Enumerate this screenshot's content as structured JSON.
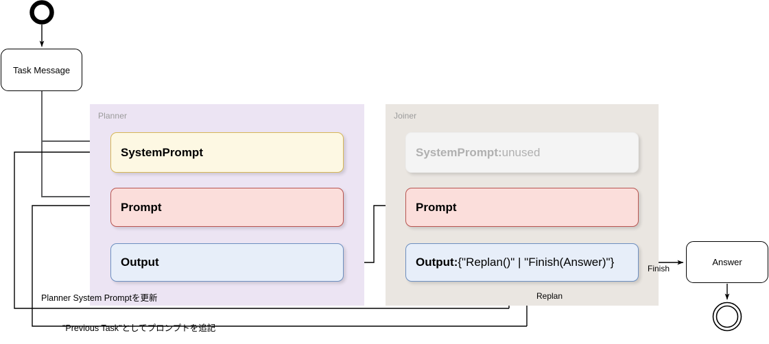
{
  "diagram": {
    "title": "Planner / Joiner agent loop",
    "start_node": {
      "name": "start",
      "shape": "filled-ring"
    },
    "end_node": {
      "name": "end",
      "shape": "double-ring"
    },
    "nodes": {
      "task_message": {
        "label": "Task Message"
      },
      "answer": {
        "label": "Answer"
      }
    },
    "groups": {
      "planner": {
        "label": "Planner",
        "color": "#ece4f3",
        "fields": {
          "system_prompt": {
            "label_strong": "SystemPrompt",
            "label_rest": "",
            "color": "#fdf8e3",
            "border": "#d6b656"
          },
          "prompt": {
            "label_strong": "Prompt",
            "label_rest": "",
            "color": "#fbdedb",
            "border": "#b85450"
          },
          "output": {
            "label_strong": "Output",
            "label_rest": "",
            "color": "#e7eef9",
            "border": "#6c8ebf"
          }
        }
      },
      "joiner": {
        "label": "Joiner",
        "color": "#eae6e1",
        "fields": {
          "system_prompt": {
            "label_strong": "SystemPrompt:",
            "label_rest": " unused",
            "color": "#f4f4f4",
            "border": "#eeeeee"
          },
          "prompt": {
            "label_strong": "Prompt",
            "label_rest": "",
            "color": "#fbdedb",
            "border": "#b85450"
          },
          "output": {
            "label_strong": "Output:",
            "label_rest": " {\"Replan()\" | \"Finish(Answer)\"}",
            "color": "#e7eef9",
            "border": "#6c8ebf"
          }
        }
      }
    },
    "edge_labels": {
      "finish": "Finish",
      "replan": "Replan",
      "update_system_prompt": "Planner System Promptを更新",
      "append_previous_task": "\"Previous Task\"としてプロンプトを追記"
    },
    "colors": {
      "arrow_black": "#000000",
      "arrow_gray": "#58595b",
      "group_label": "#9a9a9a"
    }
  }
}
